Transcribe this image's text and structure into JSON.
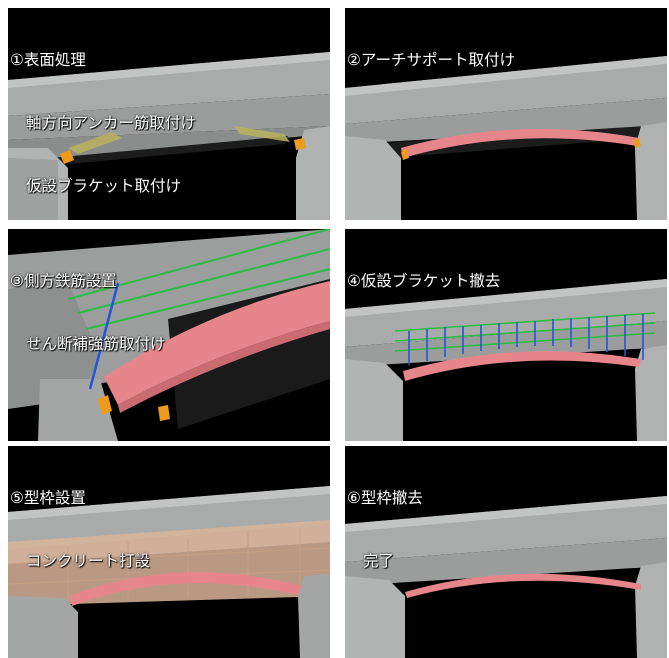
{
  "steps": [
    {
      "line1": "①表面処理",
      "line2": "軸方向アンカー筋取付け",
      "line3": "仮設ブラケット取付け"
    },
    {
      "line1": "②アーチサポート取付け"
    },
    {
      "line1": "③側方鉄筋設置",
      "line2": "せん断補強筋取付け"
    },
    {
      "line1": "④仮設ブラケット撤去"
    },
    {
      "line1": "⑤型枠設置",
      "line2": "コンクリート打設"
    },
    {
      "line1": "⑥型枠撤去",
      "line2": "完了"
    }
  ],
  "colors": {
    "background": "#000000",
    "concrete": "#a7a9a8",
    "concrete_dark": "#8d8f8f",
    "arch_support": "#e7868a",
    "rebar_green": "#2dbd45",
    "rebar_blue": "#2555d6",
    "bracket_orange": "#ee9a1d",
    "formwork": "#d9b49a"
  }
}
